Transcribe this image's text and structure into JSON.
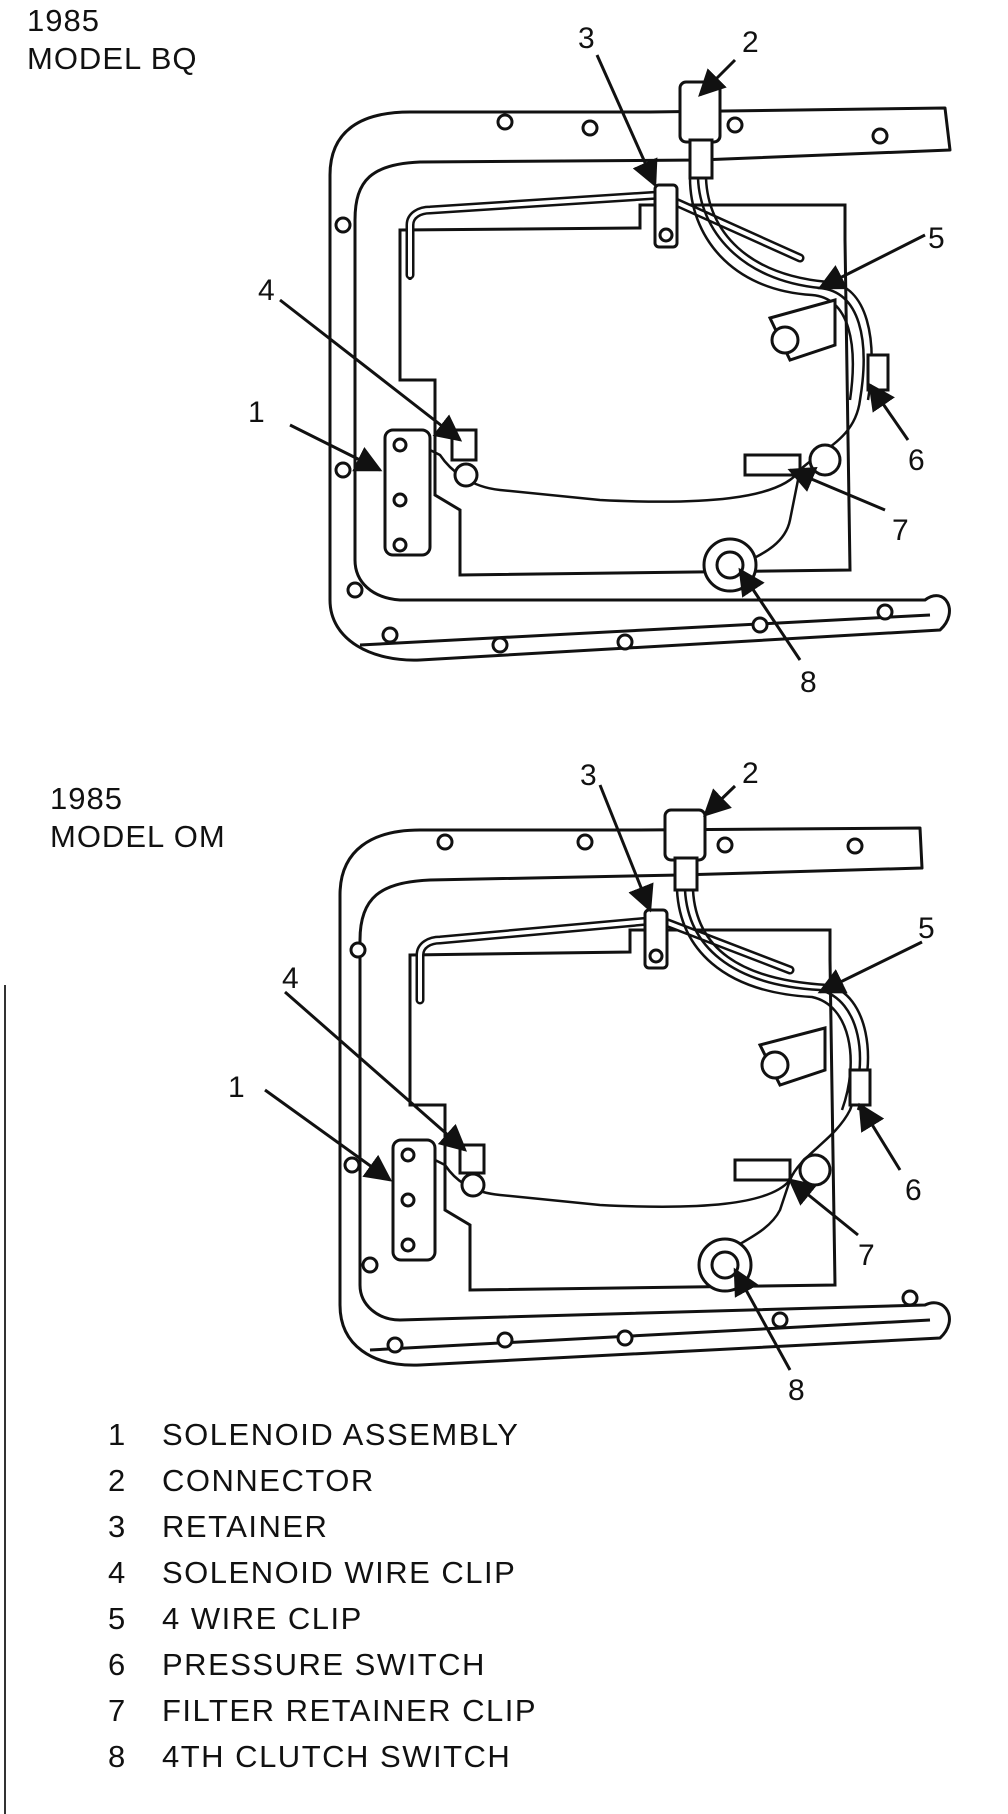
{
  "top_diagram": {
    "year": "1985",
    "model": "MODEL  BQ"
  },
  "bottom_diagram": {
    "year": "1985",
    "model": "MODEL OM"
  },
  "callouts": [
    "1",
    "2",
    "3",
    "4",
    "5",
    "6",
    "7",
    "8"
  ],
  "legend": [
    {
      "num": "1",
      "label": "SOLENOID ASSEMBLY"
    },
    {
      "num": "2",
      "label": "CONNECTOR"
    },
    {
      "num": "3",
      "label": "RETAINER"
    },
    {
      "num": "4",
      "label": "SOLENOID WIRE CLIP"
    },
    {
      "num": "5",
      "label": "4 WIRE CLIP"
    },
    {
      "num": "6",
      "label": "PRESSURE SWITCH"
    },
    {
      "num": "7",
      "label": "FILTER RETAINER CLIP"
    },
    {
      "num": "8",
      "label": "4TH CLUTCH SWITCH"
    }
  ]
}
